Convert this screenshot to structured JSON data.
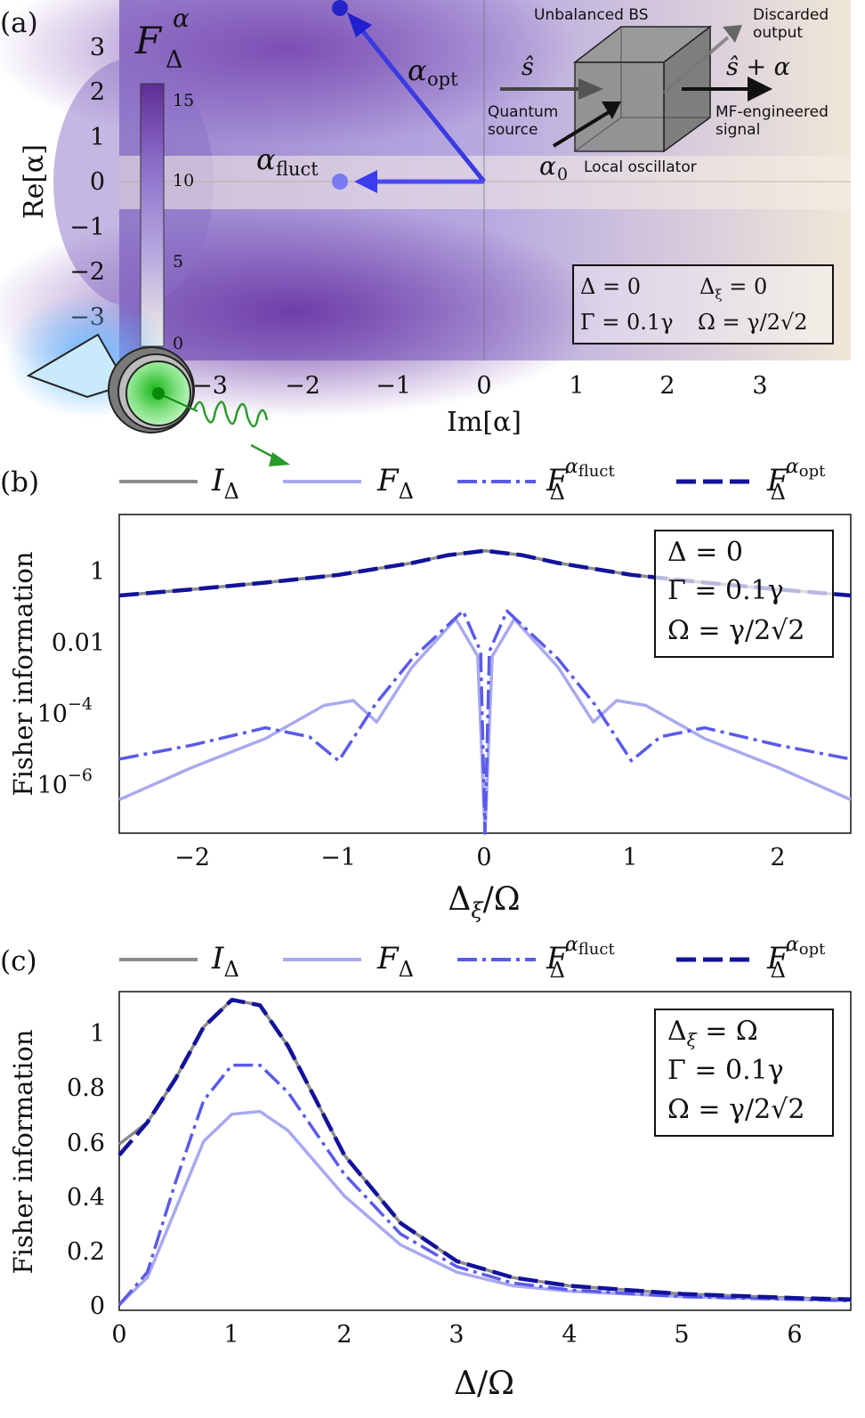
{
  "panels": {
    "a": "(a)",
    "b": "(b)",
    "c": "(c)"
  },
  "heatmap": {
    "colorbar_title": "F",
    "colorbar_sup": "α",
    "colorbar_sub": "Δ",
    "colorbar_ticks": [
      "15",
      "10",
      "5",
      "0"
    ],
    "colorbar_ticks_values": [
      15,
      10,
      5,
      0
    ],
    "colorbar_range": [
      0,
      16
    ],
    "x_ticks": [
      "−3",
      "−2",
      "−1",
      "0",
      "1",
      "2",
      "3"
    ],
    "x_ticks_values": [
      -3,
      -2,
      -1,
      0,
      1,
      2,
      3
    ],
    "y_ticks": [
      "3",
      "2",
      "1",
      "0",
      "−1",
      "−2",
      "−3"
    ],
    "y_ticks_values": [
      3,
      2,
      1,
      0,
      -1,
      -2,
      -3
    ],
    "xlabel": "Im[α]",
    "ylabel": "Re[α]",
    "arrows": [
      {
        "name": "α",
        "sub": "opt",
        "tip_im": -1.6,
        "tip_re": 3.8
      },
      {
        "name": "α",
        "sub": "fluct",
        "tip_im": -1.6,
        "tip_re": 0.0
      }
    ],
    "inset": {
      "title": "Unbalanced BS",
      "discarded": [
        "Discarded",
        "output"
      ],
      "input_op": "ŝ",
      "output_op": "ŝ + α",
      "source": [
        "Quantum",
        "source"
      ],
      "signal": [
        "MF-engineered",
        "signal"
      ],
      "lo_symbol": "α",
      "lo_sub": "0",
      "lo_label": "Local oscillator"
    },
    "params": [
      "Δ = 0",
      "Δ",
      "ξ",
      " = 0",
      "Γ = 0.1γ",
      "Ω = γ/2√2"
    ]
  },
  "legend": [
    {
      "name": "I",
      "sub": "Δ",
      "sup": "",
      "color": "#8c8c8c",
      "style": "solid"
    },
    {
      "name": "F",
      "sub": "Δ",
      "sup": "",
      "color": "#a9a9ef",
      "style": "solid"
    },
    {
      "name": "F",
      "sub": "Δ",
      "sup": "α",
      "supsub": "fluct",
      "color": "#5a5aea",
      "style": "dashdot"
    },
    {
      "name": "F",
      "sub": "Δ",
      "sup": "α",
      "supsub": "opt",
      "color": "#12129a",
      "style": "dashed"
    }
  ],
  "panel_b": {
    "params": [
      "Δ = 0",
      "Γ = 0.1γ",
      "Ω = γ/2√2"
    ],
    "xlabel_main": "Δ",
    "xlabel_sub": "ξ",
    "xlabel_rest": "/Ω",
    "ylabel": "Fisher information",
    "x_ticks": [
      "−2",
      "−1",
      "0",
      "1",
      "2"
    ],
    "x_ticks_values": [
      -2,
      -1,
      0,
      1,
      2
    ],
    "y_ticks": [
      "1",
      "0.01",
      "10",
      "10"
    ],
    "y_ticks_exp": [
      "",
      "",
      "−4",
      "−6"
    ],
    "y_ticks_values": [
      1,
      0.01,
      0.0001,
      1e-06
    ]
  },
  "panel_c": {
    "params": [
      "Δ",
      "ξ",
      " = Ω",
      "Γ = 0.1γ",
      "Ω = γ/2√2"
    ],
    "xlabel": "Δ/Ω",
    "ylabel": "Fisher information",
    "x_ticks": [
      "0",
      "1",
      "2",
      "3",
      "4",
      "5",
      "6"
    ],
    "x_ticks_values": [
      0,
      1,
      2,
      3,
      4,
      5,
      6
    ],
    "y_ticks": [
      "1",
      "0.8",
      "0.6",
      "0.4",
      "0.2",
      "0"
    ],
    "y_ticks_values": [
      1,
      0.8,
      0.6,
      0.4,
      0.2,
      0
    ]
  },
  "chart_data": [
    {
      "type": "heatmap",
      "xlabel": "Im[α]",
      "ylabel": "Re[α]",
      "xlim": [
        -3.9,
        3.9
      ],
      "ylim": [
        -3.9,
        3.9
      ],
      "colorbar_range": [
        0,
        16
      ],
      "description_points": [
        {
          "im": -1.6,
          "re": 3.8,
          "label": "α_opt"
        },
        {
          "im": -1.6,
          "re": 0.0,
          "label": "α_fluct"
        }
      ]
    },
    {
      "type": "line",
      "xlabel": "Δξ/Ω",
      "ylabel": "Fisher information",
      "xlim": [
        -2.5,
        2.5
      ],
      "ylim_log10": [
        -7.3,
        1.3
      ],
      "yscale": "log",
      "series": [
        {
          "name": "I_Δ",
          "x": [
            -2.5,
            -2,
            -1.5,
            -1,
            -0.5,
            -0.25,
            0,
            0.25,
            0.5,
            1,
            1.5,
            2,
            2.5
          ],
          "y": [
            0.13,
            0.19,
            0.29,
            0.47,
            0.98,
            1.6,
            2.1,
            1.6,
            0.98,
            0.47,
            0.29,
            0.19,
            0.13
          ]
        },
        {
          "name": "F_Δ",
          "x": [
            -2.5,
            -2,
            -1.5,
            -1.1,
            -0.9,
            -0.74,
            -0.5,
            -0.2,
            -0.05,
            0,
            0.05,
            0.2,
            0.5,
            0.74,
            0.9,
            1.1,
            1.5,
            2,
            2.5
          ],
          "y": [
            4e-07,
            3e-06,
            1.8e-05,
            0.00014,
            0.00019,
            5e-05,
            0.0015,
            0.03,
            0.003,
            1e-08,
            0.003,
            0.03,
            0.0015,
            5e-05,
            0.00019,
            0.00014,
            1.8e-05,
            3e-06,
            4e-07
          ]
        },
        {
          "name": "F_Δ^α_fluct",
          "x": [
            -2.5,
            -2,
            -1.5,
            -1.2,
            -1,
            -0.75,
            -0.5,
            -0.15,
            -0.03,
            0,
            0.03,
            0.15,
            0.5,
            0.75,
            1,
            1.2,
            1.5,
            2,
            2.5
          ],
          "y": [
            5e-06,
            1.2e-05,
            3.5e-05,
            2e-05,
            4.5e-06,
            0.00015,
            0.0025,
            0.05,
            0.004,
            1e-08,
            0.004,
            0.05,
            0.0025,
            0.00015,
            4.5e-06,
            2e-05,
            3.5e-05,
            1.2e-05,
            5e-06
          ]
        },
        {
          "name": "F_Δ^α_opt",
          "x": [
            -2.5,
            -2,
            -1.5,
            -1,
            -0.5,
            -0.25,
            0,
            0.25,
            0.5,
            1,
            1.5,
            2,
            2.5
          ],
          "y": [
            0.13,
            0.19,
            0.29,
            0.47,
            0.98,
            1.6,
            2.1,
            1.6,
            0.98,
            0.47,
            0.29,
            0.19,
            0.13
          ]
        }
      ]
    },
    {
      "type": "line",
      "xlabel": "Δ/Ω",
      "ylabel": "Fisher information",
      "xlim": [
        0,
        6.5
      ],
      "ylim": [
        -0.02,
        1.15
      ],
      "series": [
        {
          "name": "I_Δ",
          "x": [
            0,
            0.25,
            0.5,
            0.75,
            1,
            1.25,
            1.5,
            1.75,
            2,
            2.5,
            3,
            3.5,
            4,
            5,
            6,
            6.5
          ],
          "y": [
            0.59,
            0.67,
            0.83,
            1.02,
            1.12,
            1.1,
            0.95,
            0.75,
            0.55,
            0.3,
            0.16,
            0.1,
            0.07,
            0.04,
            0.025,
            0.02
          ]
        },
        {
          "name": "F_Δ",
          "x": [
            0,
            0.25,
            0.5,
            0.75,
            1,
            1.25,
            1.5,
            1.75,
            2,
            2.5,
            3,
            3.5,
            4,
            5,
            6,
            6.5
          ],
          "y": [
            0.0,
            0.1,
            0.35,
            0.6,
            0.7,
            0.71,
            0.64,
            0.52,
            0.4,
            0.22,
            0.12,
            0.07,
            0.05,
            0.03,
            0.02,
            0.015
          ]
        },
        {
          "name": "F_Δ^α_fluct",
          "x": [
            0,
            0.25,
            0.5,
            0.75,
            1,
            1.25,
            1.5,
            1.75,
            2,
            2.5,
            3,
            3.5,
            4,
            5,
            6,
            6.5
          ],
          "y": [
            0.0,
            0.12,
            0.45,
            0.75,
            0.88,
            0.88,
            0.78,
            0.63,
            0.48,
            0.26,
            0.14,
            0.08,
            0.055,
            0.03,
            0.02,
            0.015
          ]
        },
        {
          "name": "F_Δ^α_opt",
          "x": [
            0,
            0.25,
            0.5,
            0.75,
            1,
            1.25,
            1.5,
            1.75,
            2,
            2.5,
            3,
            3.5,
            4,
            5,
            6,
            6.5
          ],
          "y": [
            0.55,
            0.67,
            0.83,
            1.02,
            1.12,
            1.1,
            0.95,
            0.75,
            0.55,
            0.3,
            0.16,
            0.1,
            0.07,
            0.04,
            0.025,
            0.02
          ]
        }
      ]
    }
  ]
}
